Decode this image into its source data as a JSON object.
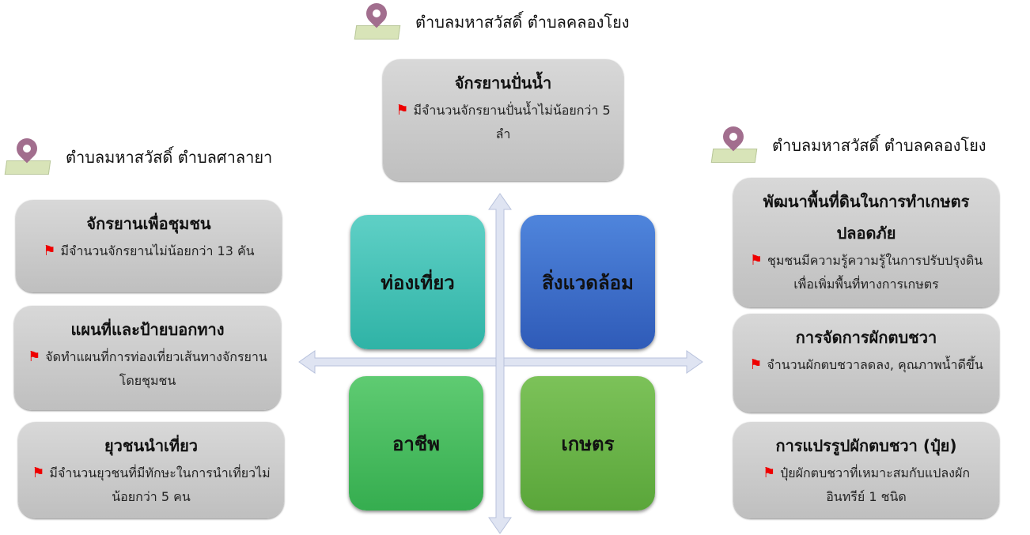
{
  "locations": {
    "top": "ตำบลมหาสวัสดิ์ ตำบลคลองโยง",
    "left": "ตำบลมหาสวัสดิ์ ตำบลศาลายา",
    "right": "ตำบลมหาสวัสดิ์ ตำบลคลองโยง"
  },
  "top_box": {
    "title": "จักรยานปั่นน้ำ",
    "desc": "มีจำนวนจักรยานปั่นน้ำไม่น้อยกว่า 5 ลำ"
  },
  "left_boxes": [
    {
      "title": "จักรยานเพื่อชุมชน",
      "desc": "มีจำนวนจักรยานไม่น้อยกว่า 13 คัน"
    },
    {
      "title": "แผนที่และป้ายบอกทาง",
      "desc": "จัดทำแผนที่การท่องเที่ยวเส้นทางจักรยานโดยชุมชน"
    },
    {
      "title": "ยุวชนนำเที่ยว",
      "desc": "มีจำนวนยุวชนที่มีทักษะในการนำเที่ยวไม่น้อยกว่า 5 คน"
    }
  ],
  "right_boxes": [
    {
      "title": "พัฒนาพื้นที่ดินในการทำเกษตรปลอดภัย",
      "desc": "ชุมชนมีความรู้ความรู้ในการปรับปรุงดินเพื่อเพิ่มพื้นที่ทางการเกษตร"
    },
    {
      "title": "การจัดการผักตบชวา",
      "desc": "จำนวนผักตบชวาลดลง, คุณภาพน้ำดีขึ้น"
    },
    {
      "title": "การแปรรูปผักตบชวา (ปุ๋ย)",
      "desc": "ปุ๋ยผักตบชวาที่เหมาะสมกับแปลงผักอินทรีย์ 1 ชนิด"
    }
  ],
  "quadrants": {
    "tourism": "ท่องเที่ยว",
    "environment": "สิ่งแวดล้อม",
    "career": "อาชีพ",
    "agriculture": "เกษตร"
  },
  "colors": {
    "tourism": "#3cc0b4",
    "environment": "#3f6fc9",
    "career": "#3fb65a",
    "agriculture": "#6ab043",
    "flag": "#e00000"
  }
}
